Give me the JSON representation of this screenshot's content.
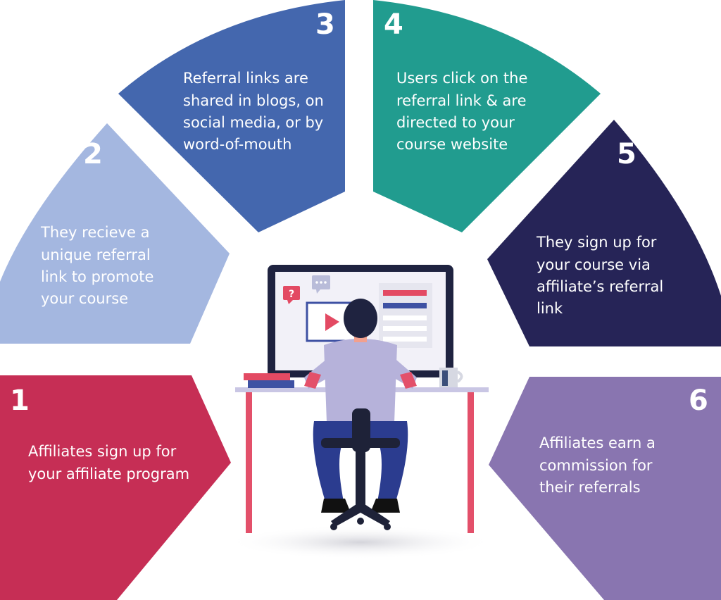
{
  "steps": [
    {
      "number": "1",
      "lines": [
        "Affiliates sign up for",
        "your affiliate program"
      ],
      "color": "#C62E55"
    },
    {
      "number": "2",
      "lines": [
        "They recieve a",
        "unique referral",
        "link to promote",
        "your course"
      ],
      "color": "#A4B7E0"
    },
    {
      "number": "3",
      "lines": [
        "Referral links are",
        "shared in blogs, on",
        "social media, or by",
        "word-of-mouth"
      ],
      "color": "#4467AE"
    },
    {
      "number": "4",
      "lines": [
        "Users click on the",
        "referral link & are",
        "directed to your",
        "course website"
      ],
      "color": "#219C8F"
    },
    {
      "number": "5",
      "lines": [
        "They sign up for",
        "your course via",
        "affiliate’s referral",
        "link"
      ],
      "color": "#262457"
    },
    {
      "number": "6",
      "lines": [
        "Affiliates earn a",
        "commission for",
        "their referrals"
      ],
      "color": "#8975B0"
    }
  ],
  "illustration": {
    "screen_icons": [
      "question-bubble-icon",
      "chat-bubble-icon",
      "play-icon"
    ],
    "question_mark": "?",
    "colors": {
      "monitor": "#1F2340",
      "screen": "#F2F1F8",
      "accent_red": "#E34A63",
      "accent_blue": "#3E51A3",
      "desk_top": "#C9C6E4",
      "desk_legs": "#E3506A",
      "shirt": "#B6B2DA",
      "pants": "#2B3C8F",
      "chair": "#1E2238",
      "skin": "#F2A08E"
    }
  }
}
